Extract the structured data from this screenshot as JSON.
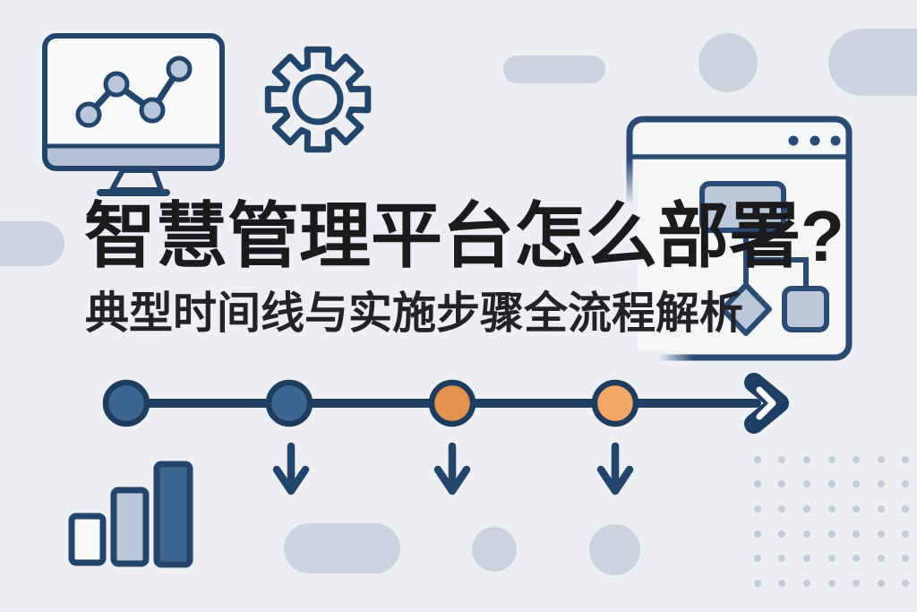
{
  "title": {
    "text": "智慧管理平台怎么部署?"
  },
  "subtitle": {
    "text": "典型时间线与实施步骤全流程解析"
  },
  "colors": {
    "background": "#edeff2",
    "navy_outline": "#24456b",
    "timeline_navy": "#1e3f63",
    "steel_blue": "#3e6590",
    "light_blue": "#bcc8da",
    "pale_fill": "#f7f9fa",
    "orange_dark": "#e2914e",
    "orange_light": "#f3a768",
    "shape_gray": "#cdd3de",
    "dot_gray": "#c5cad6",
    "window_fill": "#f4f6f8",
    "text": "#1b1b1e"
  },
  "icons": [
    {
      "name": "monitor-line-chart-icon"
    },
    {
      "name": "gear-icon"
    },
    {
      "name": "browser-window-flowchart-icon"
    },
    {
      "name": "bar-chart-icon"
    }
  ],
  "timeline": {
    "direction": "left-to-right",
    "steps": [
      {
        "index": 1,
        "color": "#3e6590"
      },
      {
        "index": 2,
        "color": "#3e6590"
      },
      {
        "index": 3,
        "color": "#e2914e"
      },
      {
        "index": 4,
        "color": "#f3a768"
      }
    ],
    "down_arrow_count": 3,
    "has_end_arrowhead": true
  },
  "bar_chart": {
    "bars": [
      {
        "height": "small",
        "fill": "#f7f9fa"
      },
      {
        "height": "medium",
        "fill": "#b9c6d8"
      },
      {
        "height": "large",
        "fill": "#3e6590"
      }
    ]
  },
  "browser_window": {
    "titlebar_dot_count": 3,
    "flowchart_nodes": [
      "rectangle",
      "diamond",
      "square"
    ]
  },
  "decorations": {
    "dot_grid": {
      "rows": 6,
      "cols": 7
    }
  }
}
